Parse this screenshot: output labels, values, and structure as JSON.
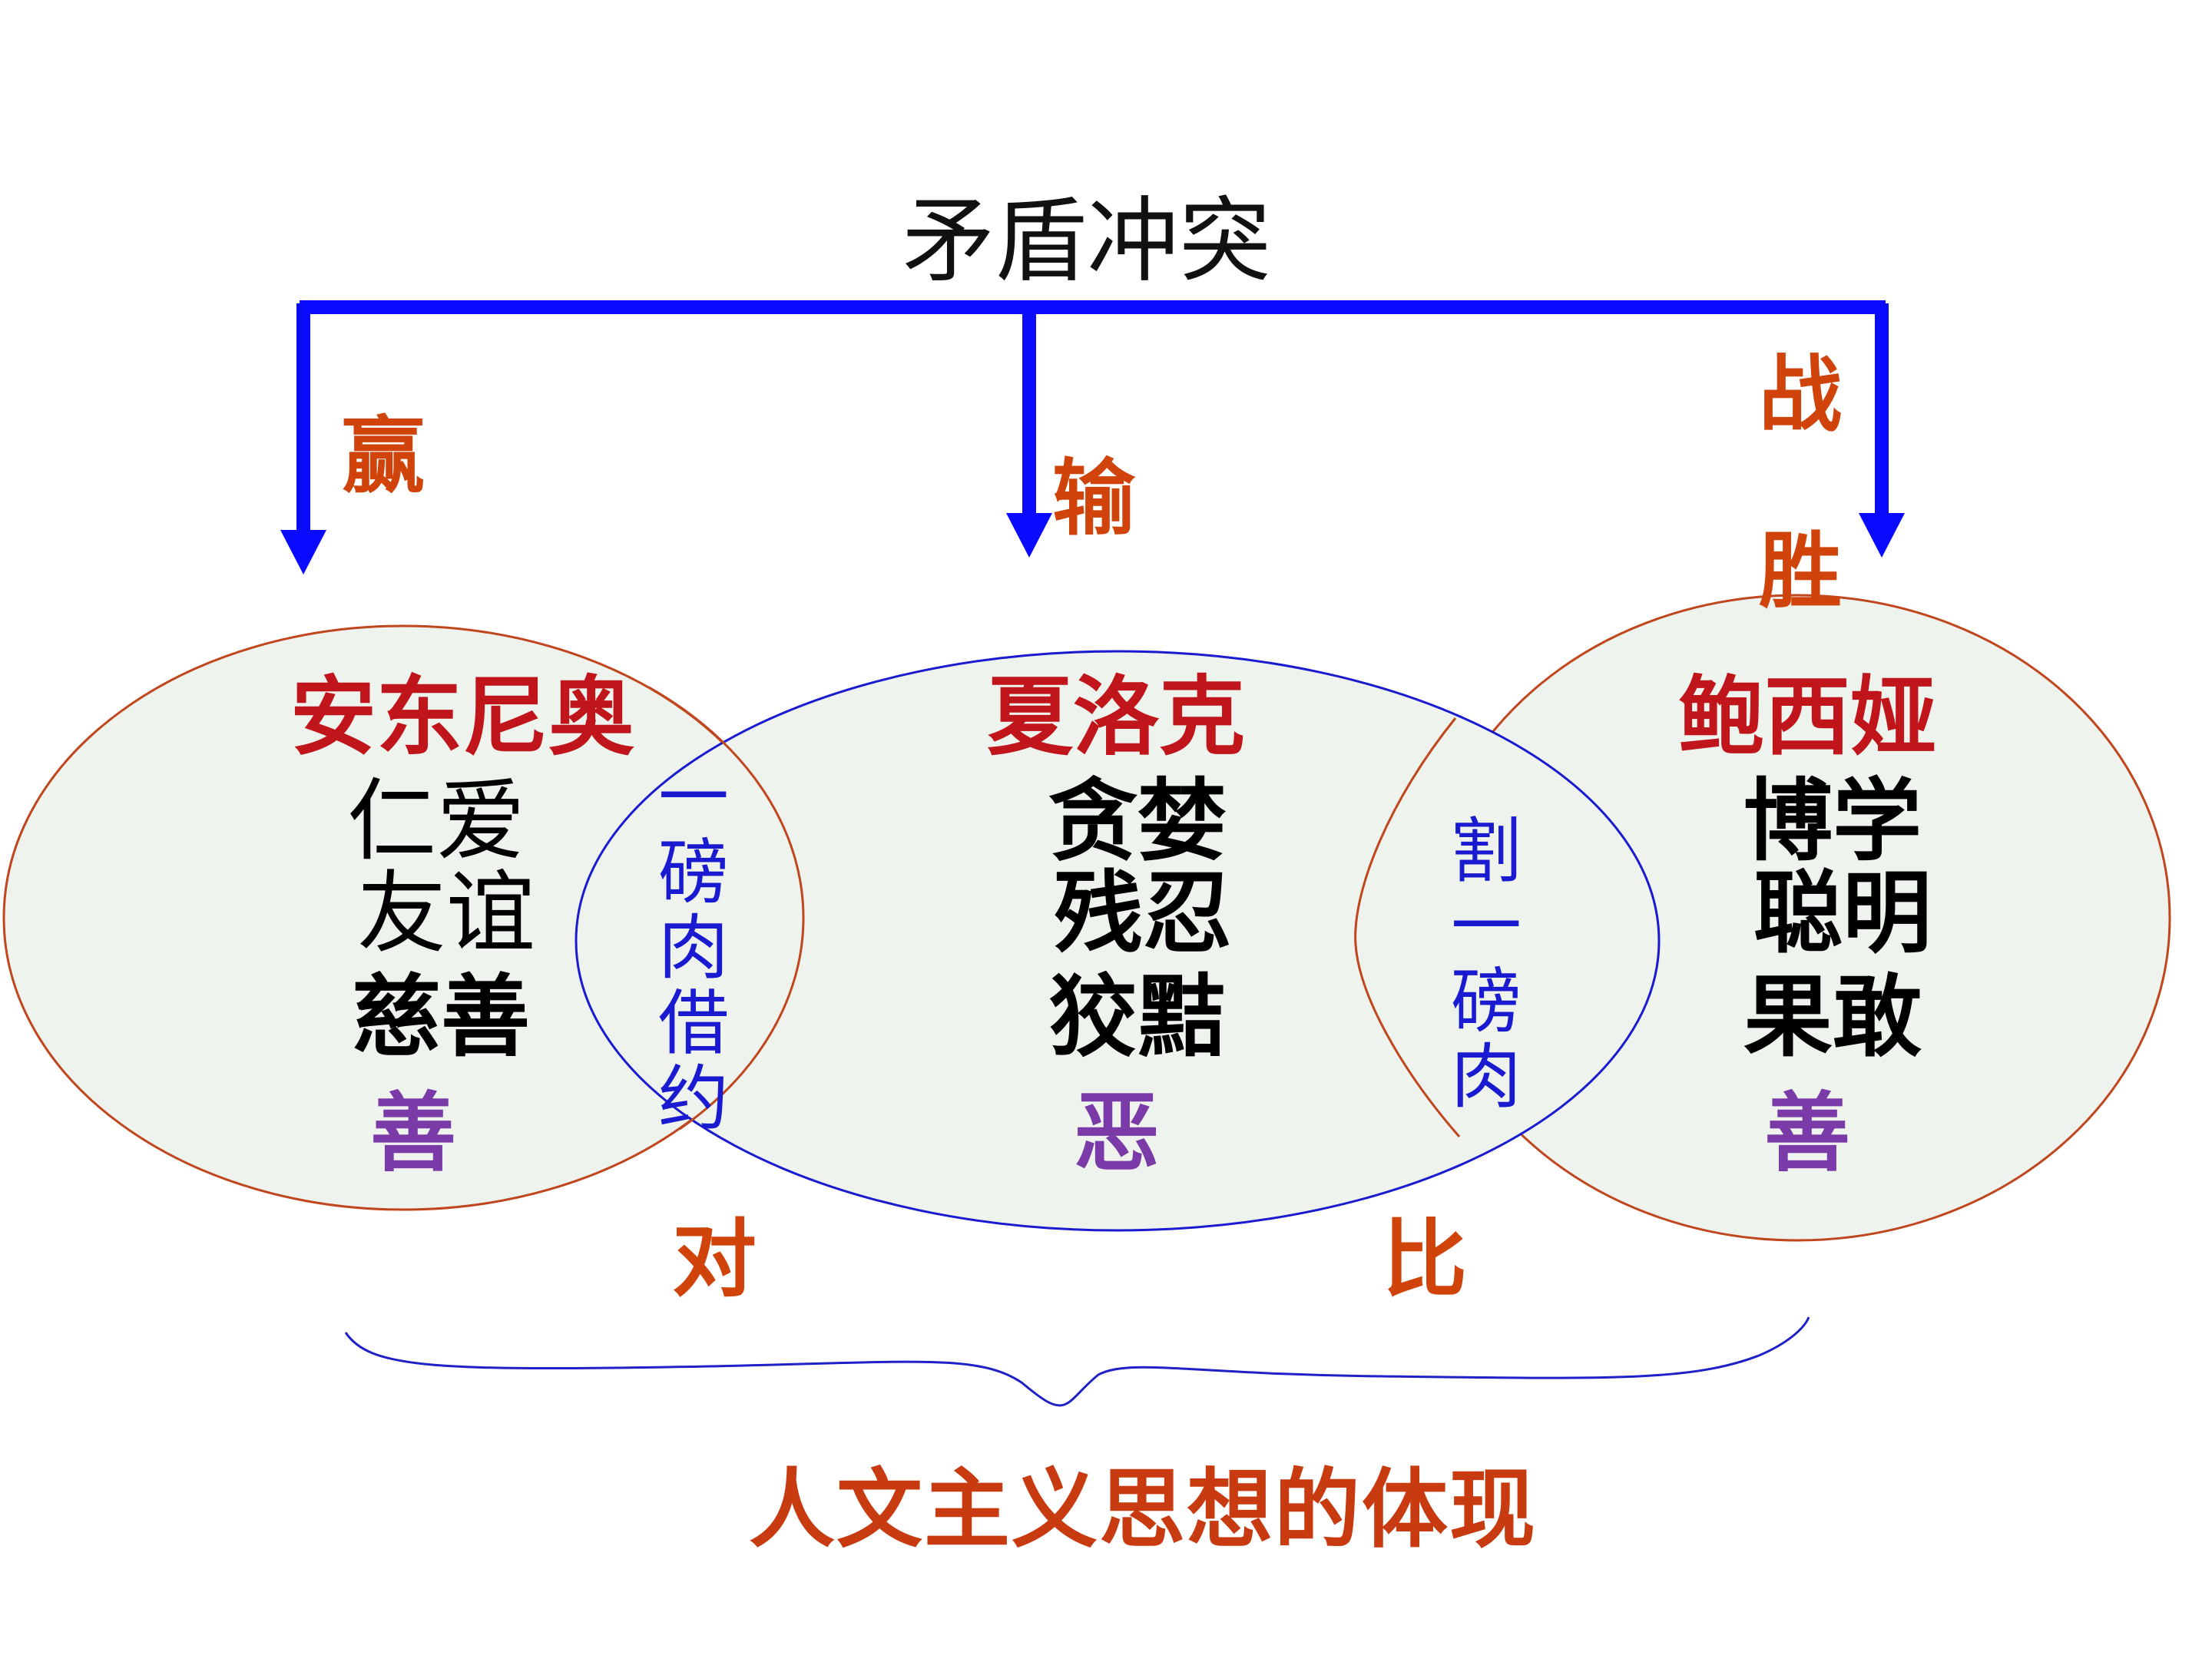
{
  "title": "矛盾冲突",
  "outcomes": {
    "left": "赢",
    "middle": "输",
    "right_top": "战",
    "right_bottom": "胜"
  },
  "characters": {
    "antonio": {
      "name": "安东尼奥",
      "traits": [
        "仁爱",
        "友谊",
        "慈善"
      ],
      "moral": "善"
    },
    "shylock": {
      "name": "夏洛克",
      "traits": [
        "贪婪",
        "残忍",
        "狡黠"
      ],
      "moral": "恶"
    },
    "portia": {
      "name": "鲍西娅",
      "traits": [
        "博学",
        "聪明",
        "果敢"
      ],
      "moral": "善"
    }
  },
  "overlaps": {
    "left": "一磅肉借约",
    "right": "割一磅肉"
  },
  "contrast": {
    "left": "对",
    "right": "比"
  },
  "footer": "人文主义思想的体现",
  "colors": {
    "arrows": "#0a0aff",
    "ellipse_fill": "#eef3ee",
    "left_right_outline": "#c0461e",
    "middle_outline": "#1a1ad0",
    "brace": "#2020c8"
  }
}
